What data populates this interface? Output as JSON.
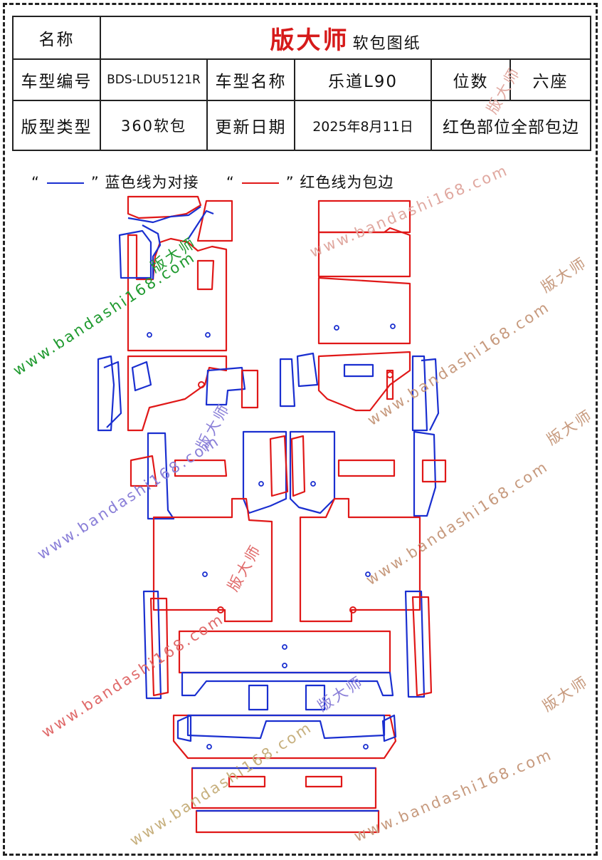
{
  "header": {
    "name_label": "名称",
    "brand": "版大师",
    "doc_type": "软包图纸",
    "model_code_label": "车型编号",
    "model_code": "BDS-LDU5121R",
    "model_name_label": "车型名称",
    "model_name": "乐道L90",
    "seats_label": "位数",
    "seats": "六座",
    "pattern_type_label": "版型类型",
    "pattern_type": "360软包",
    "update_date_label": "更新日期",
    "update_date": "2025年8月11日",
    "note": "红色部位全部包边"
  },
  "legend": {
    "blue_text": "蓝色线为对接",
    "red_text": "红色线为包边",
    "open_quote": "“",
    "close_quote": "”"
  },
  "colors": {
    "blue": "#1a2fd0",
    "red": "#e01818",
    "brand_red": "#d61a1a"
  },
  "watermarks": {
    "site": "www.bandashi168.com",
    "brand": "版大师"
  }
}
